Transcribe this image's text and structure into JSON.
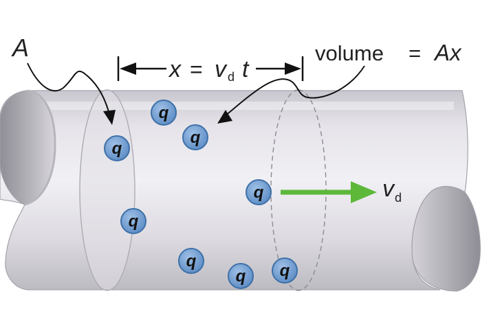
{
  "labels": {
    "area": "A",
    "x": "x",
    "equals": "=",
    "v": "v",
    "d": "d",
    "t": "t",
    "volume": "volume",
    "Ax": "Ax"
  },
  "charge_label": "q",
  "charges": [
    {
      "id": "q1"
    },
    {
      "id": "q2"
    },
    {
      "id": "q3"
    },
    {
      "id": "q4"
    },
    {
      "id": "q5"
    },
    {
      "id": "q6"
    },
    {
      "id": "q7"
    },
    {
      "id": "q8"
    }
  ],
  "colors": {
    "tube_light": "#eceaf0",
    "tube_mid": "#d3d1d8",
    "tube_dark": "#a9a7af",
    "outline": "#9e9ca4",
    "charge_fill": "#6e9bd0",
    "charge_ring": "#3e70a8",
    "velocity_arrow": "#5db83a",
    "ink": "#222222"
  },
  "icons": {
    "velocity": "right-arrow-icon",
    "dimension": "double-headed-arrow-icon"
  }
}
